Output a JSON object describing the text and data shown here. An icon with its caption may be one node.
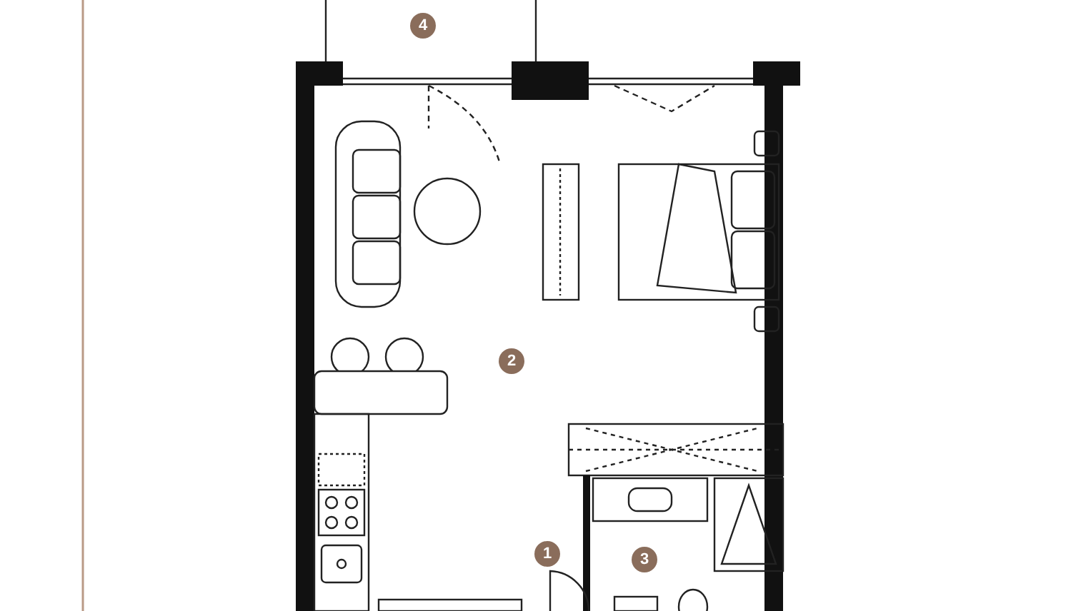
{
  "diagram": {
    "labels": [
      "4",
      "2",
      "1",
      "3"
    ]
  }
}
